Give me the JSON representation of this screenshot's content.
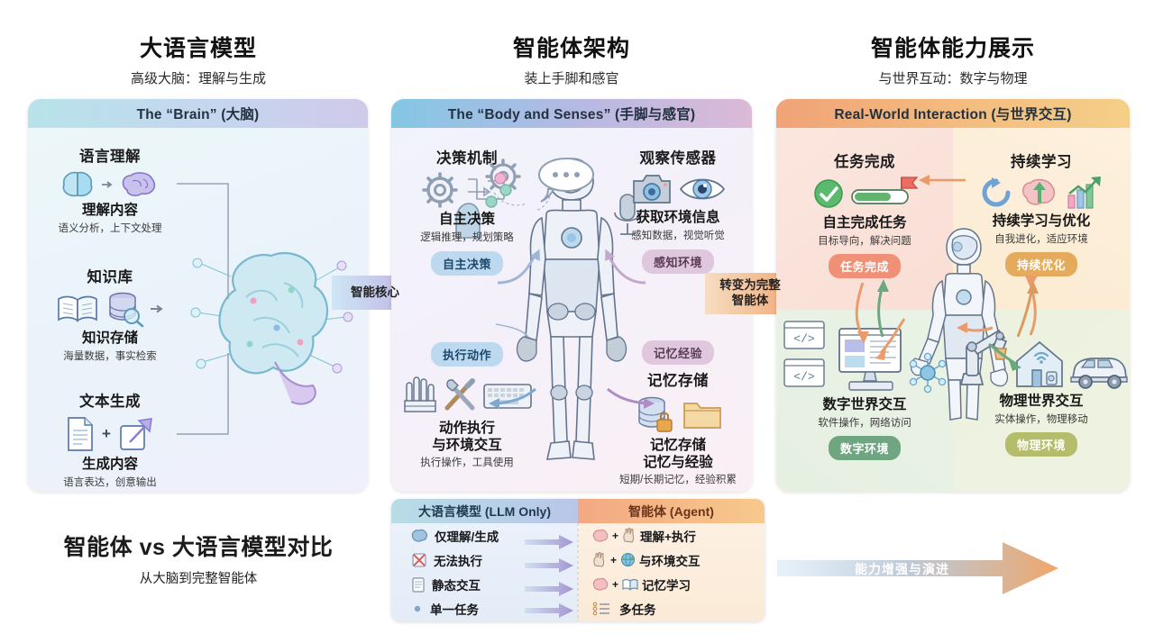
{
  "columns": [
    {
      "title": "大语言模型",
      "subtitle": "高级大脑：理解与生成"
    },
    {
      "title": "智能体架构",
      "subtitle": "装上手脚和感官"
    },
    {
      "title": "智能体能力展示",
      "subtitle": "与世界互动：数字与物理"
    }
  ],
  "panels": {
    "brain": {
      "header": "The “Brain” (大脑)",
      "blocks": [
        {
          "heading": "语言理解",
          "title": "理解内容",
          "sub": "语义分析，上下文处理",
          "icons": [
            "brain-icon",
            "arrow-right-icon",
            "brain-purple-icon"
          ]
        },
        {
          "heading": "知识库",
          "title": "知识存储",
          "sub": "海量数据，事实检索",
          "icons": [
            "book-icon",
            "database-icon",
            "magnifier-icon"
          ]
        },
        {
          "heading": "文本生成",
          "title": "生成内容",
          "sub": "语言表达，创意输出",
          "icons": [
            "document-icon",
            "plus-icon",
            "growth-arrow-icon"
          ]
        }
      ]
    },
    "body_senses": {
      "header": "The “Body and Senses” (手脚与感官)",
      "blocks": [
        {
          "heading": "决策机制",
          "title": "自主决策",
          "sub": "逻辑推理，规划策略",
          "badge": "自主决策",
          "badge_style": "blue",
          "icons": [
            "gear-icon",
            "flowchart-icon"
          ]
        },
        {
          "heading": "观察传感器",
          "title": "获取环境信息",
          "sub": "感知数据，视觉听觉",
          "badge": "感知环境",
          "badge_style": "pink",
          "icons": [
            "camera-icon",
            "eye-icon"
          ]
        },
        {
          "heading": "",
          "title": "动作执行\n与环境交互",
          "sub": "执行操作，工具使用",
          "badge": "执行动作",
          "badge_style": "blue",
          "icons": [
            "robot-hand-icon",
            "tools-icon",
            "keyboard-icon"
          ]
        },
        {
          "heading": "记忆存储",
          "title": "记忆存储\n记忆与经验",
          "sub": "短期/长期记忆，经验积累",
          "badge": "记忆经验",
          "badge_style": "pink",
          "icons": [
            "database-lock-icon",
            "folder-icon"
          ]
        }
      ]
    },
    "real_world": {
      "header": "Real-World Interaction (与世界交互)",
      "blocks": [
        {
          "heading": "任务完成",
          "title": "自主完成任务",
          "sub": "目标导向，解决问题",
          "badge": "任务完成",
          "badge_style": "red",
          "icons": [
            "check-circle-icon",
            "progress-bar-icon",
            "flag-icon"
          ]
        },
        {
          "heading": "持续学习",
          "title": "持续学习与优化",
          "sub": "自我进化，适应环境",
          "badge": "持续优化",
          "badge_style": "orange",
          "icons": [
            "refresh-icon",
            "brain-up-icon",
            "bar-chart-icon"
          ]
        },
        {
          "heading": "",
          "title": "数字世界交互",
          "sub": "软件操作，网络访问",
          "badge": "数字环境",
          "badge_style": "green",
          "icons": [
            "code-window-icon",
            "monitor-icon",
            "network-icon"
          ]
        },
        {
          "heading": "",
          "title": "物理世界交互",
          "sub": "实体操作，物理移动",
          "badge": "物理环境",
          "badge_style": "olive",
          "icons": [
            "robot-arm-icon",
            "smart-home-icon",
            "car-icon"
          ]
        }
      ]
    }
  },
  "connectors": {
    "arrow1": "智能核心",
    "arrow2": "转变为完整\n智能体",
    "arrow2_line1": "转变为完整",
    "arrow2_line2": "智能体",
    "evolve": "能力增强与演进"
  },
  "bottom": {
    "title": "智能体 vs 大语言模型对比",
    "subtitle": "从大脑到完整智能体"
  },
  "comparison": {
    "header_left": "大语言模型 (LLM Only)",
    "header_right": "智能体 (Agent)",
    "rows": [
      {
        "left": "仅理解/生成",
        "left_icon": "brain-icon",
        "right": "理解+执行",
        "right_icons": [
          "brain-icon",
          "hand-icon"
        ]
      },
      {
        "left": "无法执行",
        "left_icon": "no-hand-icon",
        "right": "与环境交互",
        "right_icons": [
          "hand-icon",
          "globe-icon"
        ]
      },
      {
        "left": "静态交互",
        "left_icon": "document-icon",
        "right": "记忆学习",
        "right_icons": [
          "brain-icon",
          "book-icon"
        ]
      },
      {
        "left": "单一任务",
        "left_icon": "dot-icon",
        "right": "多任务",
        "right_icons": [
          "list-icon"
        ]
      }
    ]
  },
  "colors": {
    "brain_header": "#c5d6ef",
    "body_header": "#b9b9e3",
    "real_header": "#f3bb7e",
    "badge_blue": "#bcd9ef",
    "badge_pink": "#dfc8dd",
    "badge_red": "#ef9077",
    "badge_orange": "#e3ab5b",
    "badge_green": "#6fa581",
    "badge_olive": "#b5bd6c",
    "evolve_arrow": "#f0a768"
  }
}
